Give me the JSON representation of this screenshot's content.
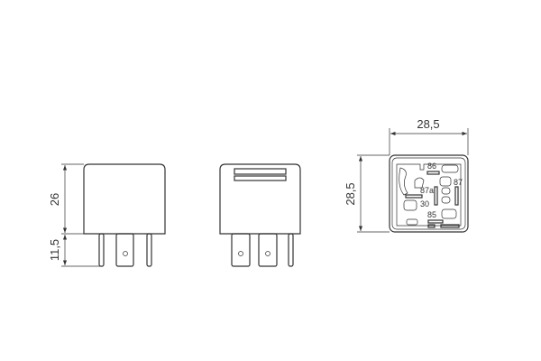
{
  "dimensions": {
    "body_height": "26",
    "pin_length": "11,5",
    "width": "28,5",
    "depth": "28,5"
  },
  "pin_labels": {
    "p86": "86",
    "p87": "87",
    "p87a": "87a",
    "p30": "30",
    "p85": "85"
  },
  "line_color": "#333333"
}
